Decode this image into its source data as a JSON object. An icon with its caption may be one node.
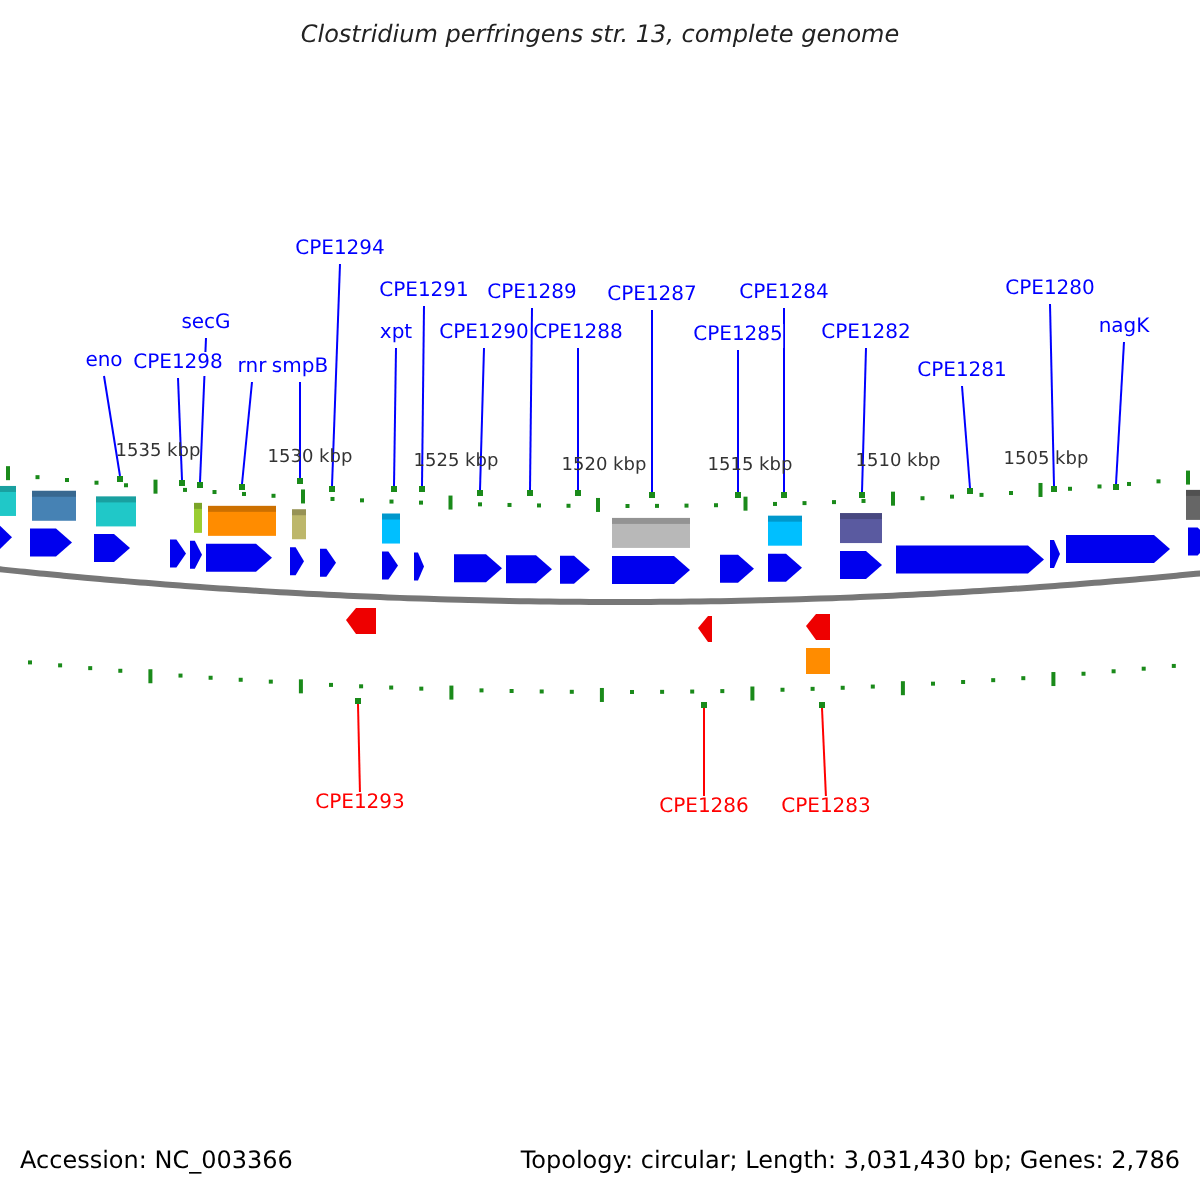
{
  "diagram": {
    "title": "Clostridium perfringens str. 13, complete genome",
    "nodes": [
      {
        "text": [
          "eno"
        ]
      },
      {
        "text": [
          "CPE1298"
        ]
      },
      {
        "text": [
          "secG"
        ]
      },
      {
        "text": [
          "rnr"
        ]
      },
      {
        "text": [
          "smpB"
        ]
      },
      {
        "text": [
          "CPE1294"
        ]
      },
      {
        "text": [
          "xpt"
        ]
      },
      {
        "text": [
          "CPE1291"
        ]
      },
      {
        "text": [
          "CPE1290"
        ]
      },
      {
        "text": [
          "CPE1289"
        ]
      },
      {
        "text": [
          "CPE1288"
        ]
      },
      {
        "text": [
          "CPE1287"
        ]
      },
      {
        "text": [
          "CPE1285"
        ]
      },
      {
        "text": [
          "CPE1284"
        ]
      },
      {
        "text": [
          "CPE1282"
        ]
      },
      {
        "text": [
          "CPE1281"
        ]
      },
      {
        "text": [
          "CPE1280"
        ]
      },
      {
        "text": [
          "nagK"
        ]
      },
      {
        "text": [
          "CPE1293"
        ]
      },
      {
        "text": [
          "CPE1286"
        ]
      },
      {
        "text": [
          "CPE1283"
        ]
      },
      {
        "text": [],
        "shape": "dot"
      },
      {
        "text": [],
        "shape": "dot"
      },
      {
        "text": [],
        "shape": "dot"
      },
      {
        "text": [],
        "shape": "dot"
      },
      {
        "text": [],
        "shape": "dot"
      },
      {
        "text": [],
        "shape": "dot"
      },
      {
        "text": [],
        "shape": "dot"
      },
      {
        "text": [],
        "shape": "dot"
      },
      {
        "text": [],
        "shape": "dot"
      },
      {
        "text": [],
        "shape": "dot"
      },
      {
        "text": [],
        "shape": "dot"
      },
      {
        "text": [],
        "shape": "dot"
      },
      {
        "text": [],
        "shape": "dot"
      },
      {
        "text": [],
        "shape": "dot"
      },
      {
        "text": [],
        "shape": "dot"
      },
      {
        "text": [],
        "shape": "dot"
      },
      {
        "text": [],
        "shape": "dot"
      },
      {
        "text": [],
        "shape": "dot"
      },
      {
        "text": [],
        "shape": "dot"
      },
      {
        "text": [],
        "shape": "dot"
      },
      {
        "text": [],
        "shape": "dot"
      }
    ],
    "edges": [
      {
        "from": 0,
        "to": 21,
        "arrow": "none"
      },
      {
        "from": 1,
        "to": 22,
        "arrow": "none"
      },
      {
        "from": 2,
        "to": 23,
        "arrow": "none"
      },
      {
        "from": 3,
        "to": 24,
        "arrow": "none"
      },
      {
        "from": 4,
        "to": 25,
        "arrow": "none"
      },
      {
        "from": 5,
        "to": 26,
        "arrow": "none"
      },
      {
        "from": 6,
        "to": 27,
        "arrow": "none"
      },
      {
        "from": 7,
        "to": 28,
        "arrow": "none"
      },
      {
        "from": 8,
        "to": 29,
        "arrow": "none"
      },
      {
        "from": 9,
        "to": 30,
        "arrow": "none"
      },
      {
        "from": 10,
        "to": 31,
        "arrow": "none"
      },
      {
        "from": 11,
        "to": 32,
        "arrow": "none"
      },
      {
        "from": 12,
        "to": 33,
        "arrow": "none"
      },
      {
        "from": 13,
        "to": 34,
        "arrow": "none"
      },
      {
        "from": 14,
        "to": 35,
        "arrow": "none"
      },
      {
        "from": 15,
        "to": 36,
        "arrow": "none"
      },
      {
        "from": 16,
        "to": 37,
        "arrow": "none"
      },
      {
        "from": 17,
        "to": 38,
        "arrow": "none"
      },
      {
        "from": 18,
        "to": 39,
        "arrow": "none",
        "color": "#ff0000"
      },
      {
        "from": 19,
        "to": 40,
        "arrow": "none",
        "color": "#ff0000"
      },
      {
        "from": 20,
        "to": 41,
        "arrow": "none",
        "color": "#ff0000"
      }
    ],
    "labels": [
      "1535 kbp",
      "1530 kbp",
      "1525 kbp",
      "1520 kbp",
      "1515 kbp",
      "1510 kbp",
      "1505 kbp",
      "Accession: NC_003366",
      "Topology: circular; Length: 3,031,430 bp; Genes: 2,786"
    ]
  }
}
